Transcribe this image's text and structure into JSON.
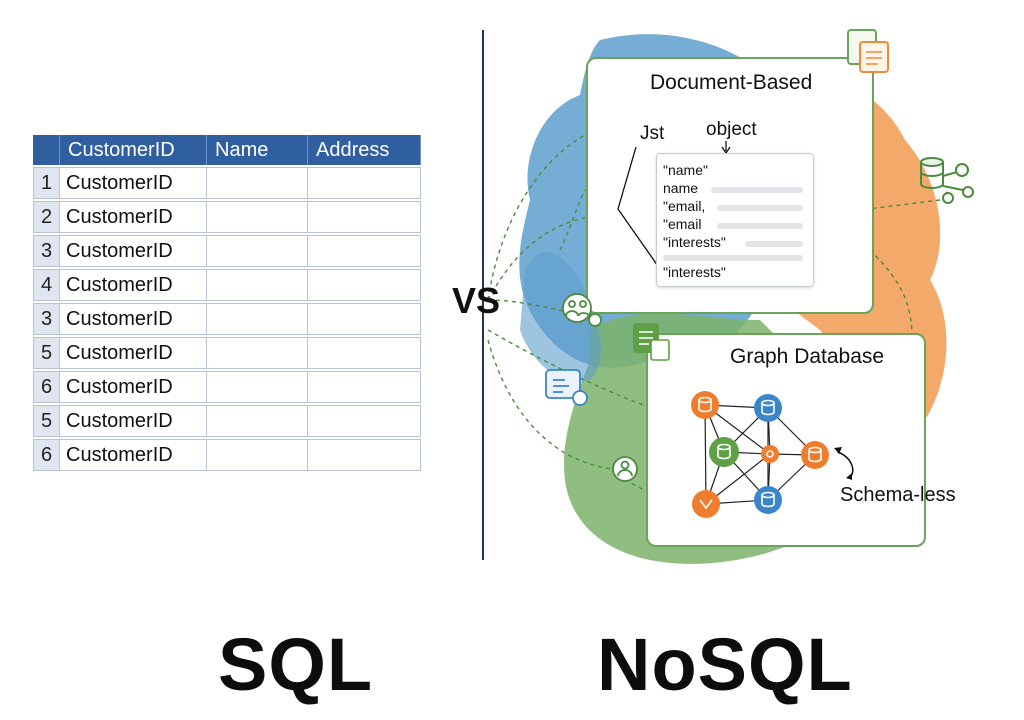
{
  "sql": {
    "label": "SQL",
    "table": {
      "headers": [
        "",
        "CustomerID",
        "Name",
        "Address"
      ],
      "rows": [
        {
          "num": "1",
          "id": "CustomerID"
        },
        {
          "num": "2",
          "id": "CustomerID"
        },
        {
          "num": "3",
          "id": "CustomerID"
        },
        {
          "num": "4",
          "id": "CustomerID"
        },
        {
          "num": "3",
          "id": "CustomerID"
        },
        {
          "num": "5",
          "id": "CustomerID"
        },
        {
          "num": "6",
          "id": "CustomerID"
        },
        {
          "num": "5",
          "id": "CustomerID"
        },
        {
          "num": "6",
          "id": "CustomerID"
        }
      ]
    }
  },
  "vs": "VS",
  "nosql": {
    "label": "NoSQL",
    "document": {
      "title": "Document-Based",
      "annot_left": "Jst",
      "annot_right": "object",
      "lines": [
        "\"name\"",
        "name",
        "\"email,",
        "\"email",
        "\"interests\"",
        "\"interests\""
      ]
    },
    "graph": {
      "title": "Graph Database",
      "schema_label": "Schema-less"
    }
  },
  "colors": {
    "blue": "#4a90c4",
    "orange": "#ef8a3c",
    "green": "#6aa35a",
    "header": "#2f5f9e"
  }
}
